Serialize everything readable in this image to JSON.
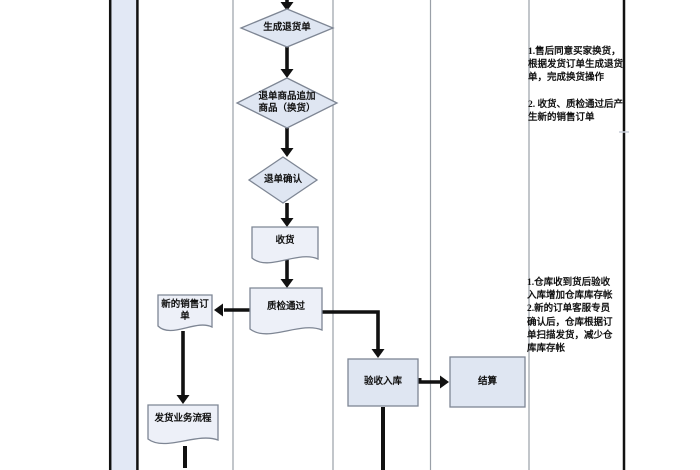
{
  "colors": {
    "background": "#ffffff",
    "band_fill": "#e2e8f5",
    "shape_fill": "#dfe6f2",
    "doc_fill": "#edf0f8",
    "shape_border": "#7e8694",
    "flow_color": "#111111",
    "lane_line": "#9aa0a8",
    "text_color": "#111111"
  },
  "nodes": {
    "generate_return_order": "生成退货单",
    "return_item_add_line1": "退单商品追加",
    "return_item_add_line2": "商品（换货）",
    "return_confirm": "退单确认",
    "receive_goods": "收货",
    "qc_pass": "质检通过",
    "new_sales_order": "新的销售订单",
    "shipping_process": "发货业务流程",
    "inspection_storage": "验收入库",
    "settlement": "结算"
  },
  "annotations": {
    "upper_lines": [
      "1.售后同意买家换货，",
      "根据发货订单生成退货",
      "单，完成换货操作",
      "",
      "2. 收货、质检通过后产",
      "生新的销售订单"
    ],
    "lower_lines": [
      "1.仓库收到货后验收",
      "入库增加仓库库存帐",
      "2.新的订单客服专员",
      "确认后，仓库根据订",
      "单扫描发货，减少仓",
      "库库存帐"
    ]
  }
}
